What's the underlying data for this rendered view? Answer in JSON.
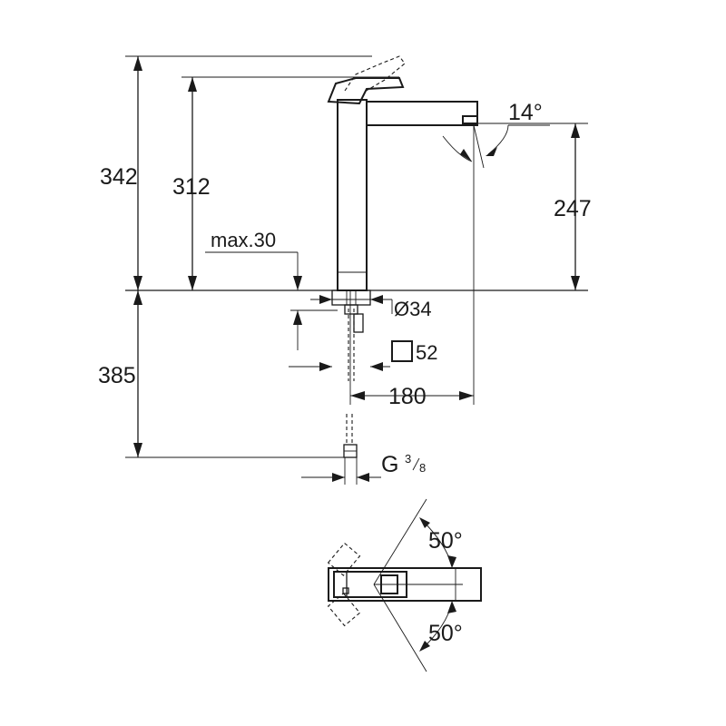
{
  "dimensions": {
    "total_height": "342",
    "lever_height": "312",
    "spout_height": "247",
    "max_thickness": "max.30",
    "hole_diameter": "Ø34",
    "base_square": "52",
    "hose_length": "385",
    "projection": "180",
    "thread_prefix": "G",
    "thread_numerator": "3",
    "thread_denominator": "8",
    "spout_angle": "14°",
    "lever_angle_top": "50°",
    "lever_angle_bottom": "50°"
  }
}
